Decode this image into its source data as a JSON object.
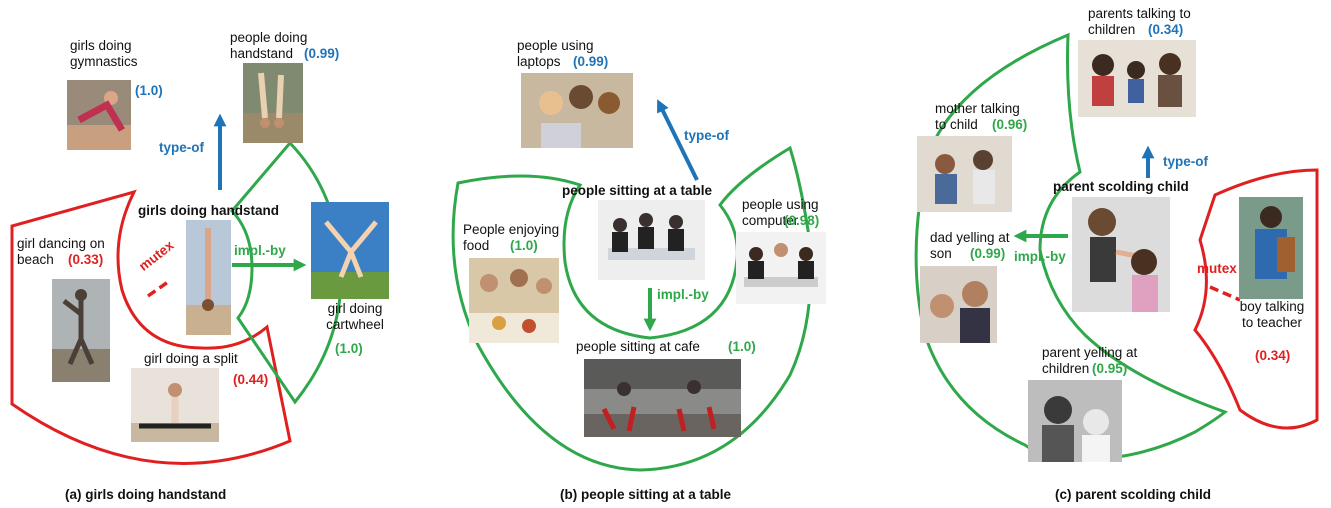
{
  "panels": [
    {
      "caption": "(a) girls doing handstand",
      "center": "girls doing handstand",
      "relations": {
        "type_of": "type-of",
        "mutex": "mutex",
        "implied_by": "impl.-by"
      },
      "nodes": [
        {
          "label": "girls doing\ngymnastics",
          "score": "(1.0)"
        },
        {
          "label": "people doing\nhandstand",
          "score": "(0.99)"
        },
        {
          "label": "girl dancing on\nbeach",
          "score": "(0.33)"
        },
        {
          "label": "girl doing a split",
          "score": "(0.44)"
        },
        {
          "label": "girl doing\ncartwheel",
          "score": "(1.0)"
        }
      ]
    },
    {
      "caption": "(b) people sitting at a table",
      "center": "people sitting at a table",
      "relations": {
        "type_of": "type-of",
        "implied_by": "impl.-by"
      },
      "nodes": [
        {
          "label": "people using\nlaptops",
          "score": "(0.99)"
        },
        {
          "label": "People enjoying\nfood",
          "score": "(1.0)"
        },
        {
          "label": "people using\ncomputer",
          "score": "(0.98)"
        },
        {
          "label": "people sitting at cafe",
          "score": "(1.0)"
        }
      ]
    },
    {
      "caption": "(c) parent scolding child",
      "center": "parent scolding child",
      "relations": {
        "type_of": "type-of",
        "mutex": "mutex",
        "implied_by": "impl.-by"
      },
      "nodes": [
        {
          "label": "parents talking to\nchildren",
          "score": "(0.34)"
        },
        {
          "label": "mother talking\nto child",
          "score": "(0.96)"
        },
        {
          "label": "dad yelling at\nson",
          "score": "(0.99)"
        },
        {
          "label": "parent yelling at\nchildren",
          "score": "(0.95)"
        },
        {
          "label": "boy talking\nto teacher",
          "score": "(0.34)"
        }
      ]
    }
  ],
  "colors": {
    "type_of": "#1f73b7",
    "implied_by": "#2ea84a",
    "mutex": "#e02020"
  }
}
